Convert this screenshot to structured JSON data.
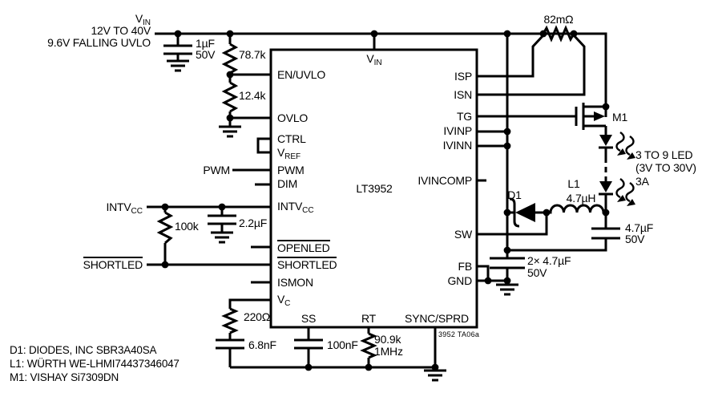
{
  "source": {
    "v": "V",
    "v_sub": "IN",
    "range": "12V TO 40V",
    "uvlo": "9.6V FALLING UVLO"
  },
  "parts": {
    "cin1_value": "1µF",
    "cin1_volt": "50V",
    "r_en_top": "78.7k",
    "r_en_bot": "12.4k",
    "r_sense": "82mΩ",
    "m1": "M1",
    "led_line1": "3 TO 9 LED",
    "led_line2": "(3V TO 30V)",
    "led_line3": "3A",
    "l1_ref": "L1",
    "l1_value": "4.7µH",
    "d1_ref": "D1",
    "cout_value": "4.7µF",
    "cout_volt": "50V",
    "cvin_value": "2× 4.7µF",
    "cvin_volt": "50V",
    "r_pullup": "100k",
    "c_intvcc": "2.2µF",
    "r_vc": "220Ω",
    "c_vc": "6.8nF",
    "c_ss": "100nF",
    "r_rt": "90.9k",
    "f_sw": "1MHz"
  },
  "ext": {
    "pwm": "PWM",
    "intvcc": "INTV",
    "intvcc_sub": "CC",
    "shortled": "SHORTLED"
  },
  "ic": {
    "part": "LT3952",
    "pin_vin": "V",
    "pin_vin_sub": "IN",
    "left": {
      "en_uvlo": "EN/UVLO",
      "ovlo": "OVLO",
      "ctrl": "CTRL",
      "vref": "V",
      "vref_sub": "REF",
      "pwm": "PWM",
      "dim": "DIM",
      "intvcc": "INTV",
      "intvcc_sub": "CC",
      "openled": "OPENLED",
      "shortled": "SHORTLED",
      "ismon": "ISMON",
      "vc": "V",
      "vc_sub": "C"
    },
    "right": {
      "isp": "ISP",
      "isn": "ISN",
      "tg": "TG",
      "ivinp": "IVINP",
      "ivinn": "IVINN",
      "ivincomp": "IVINCOMP",
      "sw": "SW",
      "fb": "FB",
      "gnd": "GND"
    },
    "bottom": {
      "ss": "SS",
      "rt": "RT",
      "sync": "SYNC/SPRD"
    }
  },
  "notes": {
    "d1": "D1: DIODES, INC SBR3A40SA",
    "l1": "L1: WÜRTH WE-LHMI74437346047",
    "m1": "M1: VISHAY Si7309DN"
  },
  "footer": {
    "doc_id": "3952 TA06a"
  },
  "colors": {
    "ic_fill": "#ecc8c0",
    "wire": "#000000"
  }
}
